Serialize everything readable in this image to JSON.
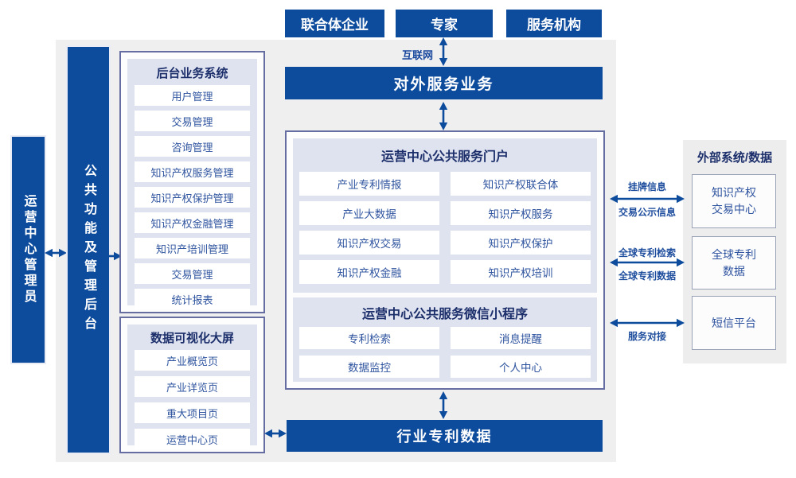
{
  "colors": {
    "primary_blue": "#0d4b9c",
    "panel_blue": "#dfe3f0",
    "item_text_blue": "#2f549f",
    "title_navy": "#1c2f6b",
    "background_gray": "#efeff0"
  },
  "actors": [
    "联合体企业",
    "专家",
    "服务机构"
  ],
  "internet_label": "互联网",
  "external_service_bar": "对外服务业务",
  "admin_bar": "运营中心管理员",
  "backend_bar": "公共功能及管理后台",
  "backend_system": {
    "title": "后台业务系统",
    "items": [
      "用户管理",
      "交易管理",
      "咨询管理",
      "知识产权服务管理",
      "知识产权保护管理",
      "知识产权金融管理",
      "知识产培训管理",
      "交易管理",
      "统计报表"
    ]
  },
  "dashboard": {
    "title": "数据可视化大屏",
    "items": [
      "产业概览页",
      "产业详览页",
      "重大项目页",
      "运营中心页"
    ]
  },
  "portal": {
    "title": "运营中心公共服务门户",
    "items": [
      "产业专利情报",
      "知识产权联合体",
      "产业大数据",
      "知识产权服务",
      "知识产权交易",
      "知识产权保护",
      "知识产权金融",
      "知识产权培训"
    ]
  },
  "miniprogram": {
    "title": "运营中心公共服务微信小程序",
    "items": [
      "专利检索",
      "消息提醒",
      "数据监控",
      "个人中心"
    ]
  },
  "industry_patent_bar": "行业专利数据",
  "external_systems": {
    "title": "外部系统/数据",
    "boxes": [
      [
        "知识产权",
        "交易中心"
      ],
      [
        "全球专利",
        "数据"
      ],
      [
        "短信平台"
      ]
    ]
  },
  "links": [
    {
      "top": "挂牌信息",
      "bottom": "交易公示信息"
    },
    {
      "top": "全球专利检索",
      "bottom": "全球专利数据"
    },
    {
      "top": "",
      "bottom": "服务对接"
    }
  ]
}
